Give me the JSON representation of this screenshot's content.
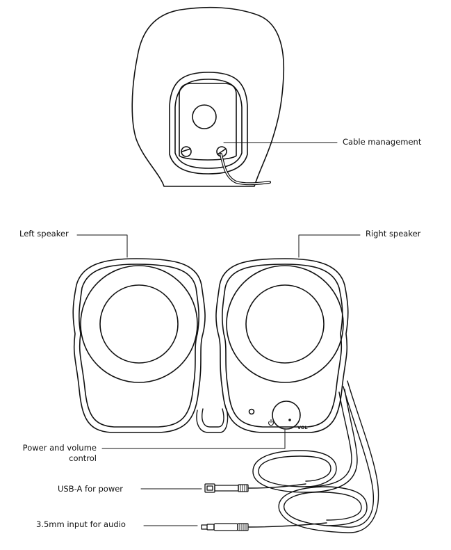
{
  "labels": {
    "cable_management": "Cable management",
    "left_speaker": "Left speaker",
    "right_speaker": "Right speaker",
    "power_volume_line1": "Power and volume",
    "power_volume_line2": "control",
    "usb_power": "USB-A for power",
    "aux_input": "3.5mm input for audio"
  },
  "markings": {
    "vol": "VOL"
  },
  "colors": {
    "line": "#111111",
    "background": "#ffffff"
  }
}
